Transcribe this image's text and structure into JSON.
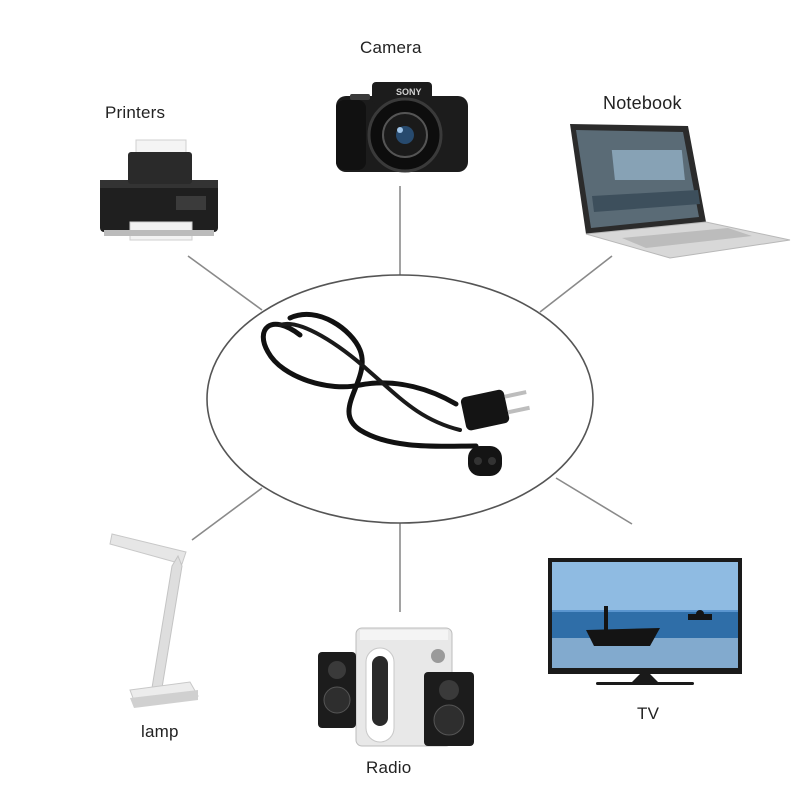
{
  "center": {
    "name": "power-cord",
    "brand_marks": ""
  },
  "devices": {
    "camera": {
      "label": "Camera",
      "brand": "SONY"
    },
    "printers": {
      "label": "Printers"
    },
    "notebook": {
      "label": "Notebook"
    },
    "lamp": {
      "label": "lamp"
    },
    "radio": {
      "label": "Radio"
    },
    "tv": {
      "label": "TV"
    }
  },
  "colors": {
    "line": "#8a8a8a",
    "device_dark": "#1c1c1c",
    "device_light": "#e9e9e9",
    "accent_blue": "#3f7fc0"
  }
}
